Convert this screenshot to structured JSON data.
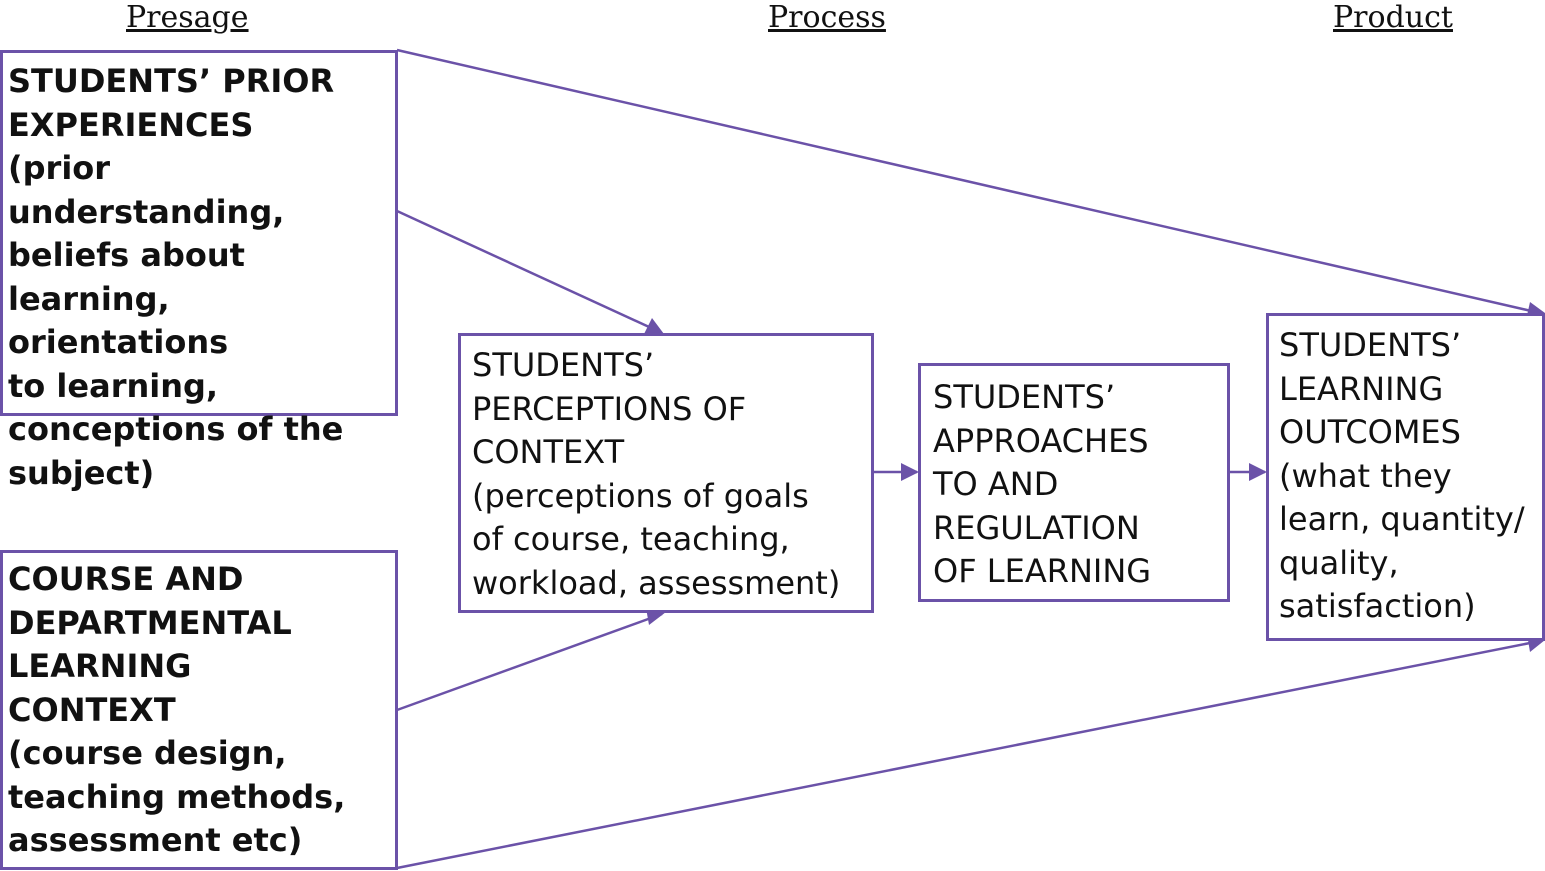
{
  "headings": {
    "presage": "Presage",
    "process": "Process",
    "product": "Product"
  },
  "boxes": {
    "prior_experiences": {
      "title": "STUDENTS’ PRIOR\nEXPERIENCES",
      "detail": "(prior understanding,\nbeliefs about\nlearning, orientations\nto learning,\nconceptions of the\nsubject)"
    },
    "learning_context": {
      "title": "COURSE AND\nDEPARTMENTAL\nLEARNING\nCONTEXT",
      "detail": "(course design,\nteaching methods,\nassessment etc)"
    },
    "perceptions": {
      "title": "STUDENTS’\nPERCEPTIONS OF\nCONTEXT",
      "detail": "(perceptions of goals\nof course, teaching,\nworkload, assessment)"
    },
    "approaches": {
      "title": "STUDENTS’\nAPPROACHES\nTO AND\nREGULATION\nOF LEARNING"
    },
    "outcomes": {
      "title": "STUDENTS’\nLEARNING\nOUTCOMES",
      "detail": "(what they\nlearn, quantity/\nquality,\nsatisfaction)"
    }
  },
  "colors": {
    "accent": "#6b52a8",
    "text": "#111111"
  }
}
